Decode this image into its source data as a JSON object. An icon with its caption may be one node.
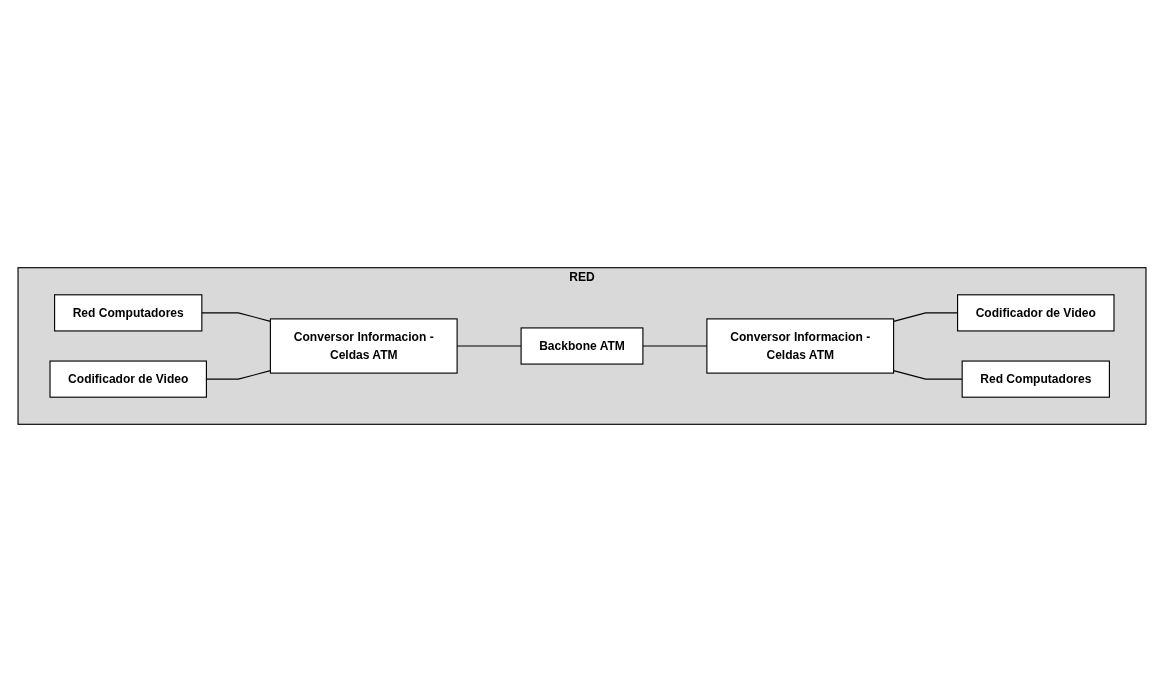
{
  "diagram": {
    "nodes": [
      {
        "text": [
          "RED"
        ]
      },
      {
        "text": [
          "Red Computadores"
        ],
        "in": 0
      },
      {
        "text": [
          "Codificador de Video"
        ],
        "in": 0
      },
      {
        "text": [
          "Conversor Informacion -Celdas ATM"
        ],
        "in": 0
      },
      {
        "text": [
          "Backbone ATM"
        ],
        "in": 0
      },
      {
        "text": [
          "Codificador de Video"
        ],
        "in": 0
      },
      {
        "text": [
          "Conversor Informacion -Celdas ATM"
        ],
        "in": 0
      },
      {
        "text": [
          "Red Computadores"
        ],
        "in": 0
      }
    ],
    "edges": [
      {
        "from": 1,
        "to": 3,
        "arrow": "none"
      },
      {
        "from": 2,
        "to": 3,
        "arrow": "none"
      },
      {
        "from": 3,
        "to": 4,
        "arrow": "none"
      },
      {
        "from": 4,
        "to": 6,
        "arrow": "none"
      },
      {
        "from": 6,
        "to": 5,
        "arrow": "none"
      },
      {
        "from": 6,
        "to": 7,
        "arrow": "none"
      }
    ]
  }
}
